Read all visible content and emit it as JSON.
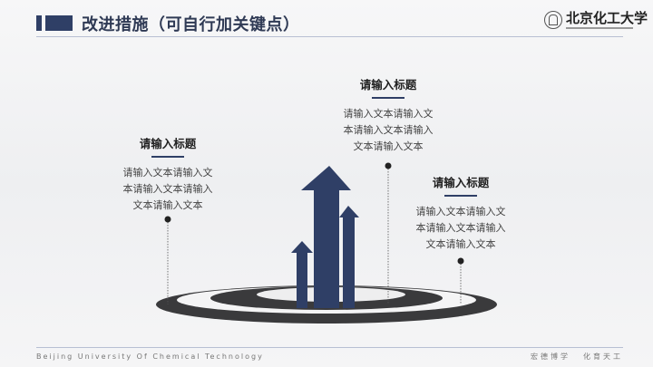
{
  "header": {
    "title": "改进措施（可自行加关键点）",
    "logo_text": "北京化工大学"
  },
  "blocks": [
    {
      "title": "请输入标题",
      "lines": [
        "请输入文本请输入文",
        "本请输入文本请输入",
        "文本请输入文本"
      ]
    },
    {
      "title": "请输入标题",
      "lines": [
        "请输入文本请输入文",
        "本请输入文本请输入",
        "文本请输入文本"
      ]
    },
    {
      "title": "请输入标题",
      "lines": [
        "请输入文本请输入文",
        "本请输入文本请输入",
        "文本请输入文本"
      ]
    }
  ],
  "footer": {
    "english": "Beijing University Of Chemical Technology",
    "motto_1": "宏德博学",
    "motto_2": "化育天工"
  },
  "colors": {
    "accent": "#2f3f66",
    "ring": "#3a3a3c"
  }
}
